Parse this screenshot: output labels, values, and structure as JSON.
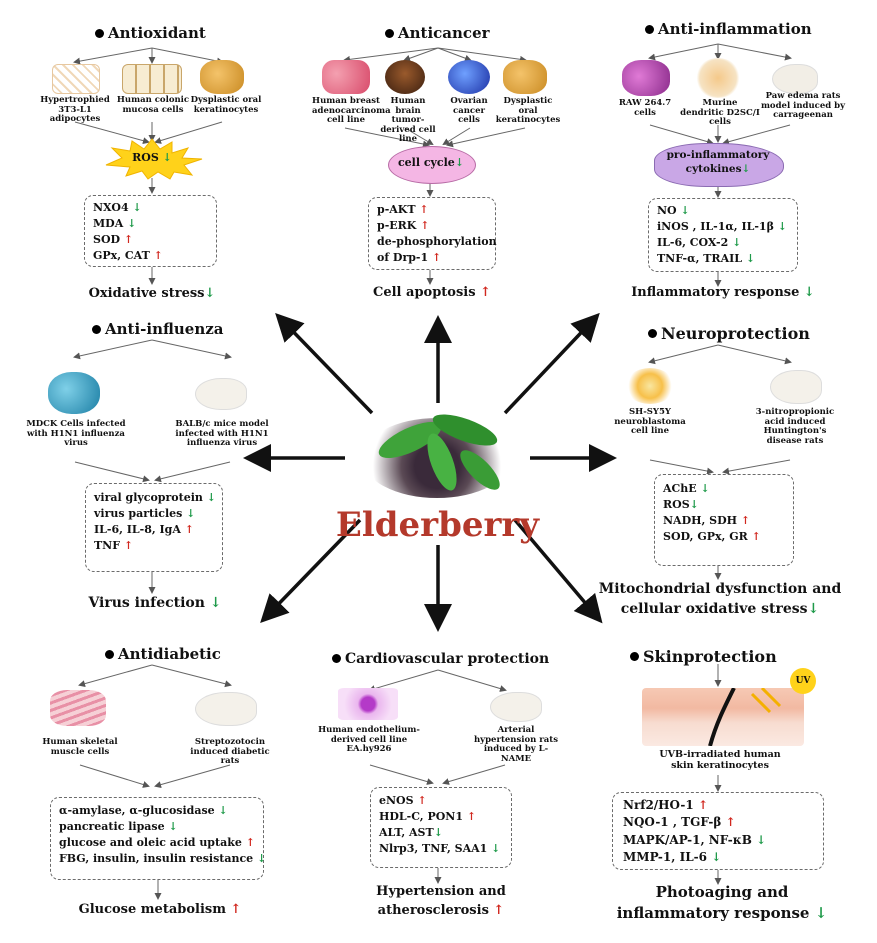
{
  "center": {
    "label": "Elderberry"
  },
  "panels": {
    "antioxidant": {
      "heading": "Antioxidant",
      "cells": [
        "Hypertrophied 3T3-L1 adipocytes",
        "Human colonic mucosa cells",
        "Dysplastic oral keratinocytes"
      ],
      "mid_label": "ROS",
      "effects": [
        {
          "text": "NXO4",
          "dir": "down"
        },
        {
          "text": "MDA",
          "dir": "down"
        },
        {
          "text": "SOD",
          "dir": "up"
        },
        {
          "text": "GPx, CAT",
          "dir": "up"
        }
      ],
      "outcome": {
        "text": "Oxidative stress",
        "dir": "down"
      }
    },
    "anticancer": {
      "heading": "Anticancer",
      "cells": [
        "Human breast adenocarcinoma cell line",
        "Human brain tumor-derived cell line",
        "Ovarian cancer cells",
        "Dysplastic oral keratinocytes"
      ],
      "mid_label": "cell cycle",
      "effects": [
        {
          "text": "p-AKT",
          "dir": "up"
        },
        {
          "text": "p-ERK",
          "dir": "up"
        },
        {
          "text": "de-phosphorylation",
          "dir": ""
        },
        {
          "text": "of Drp-1",
          "dir": "up"
        }
      ],
      "outcome": {
        "text": "Cell apoptosis",
        "dir": "up"
      }
    },
    "anti_inflammation": {
      "heading": "Anti-inflammation",
      "cells": [
        "RAW 264.7 cells",
        "Murine dendritic D2SC/I cells",
        "Paw edema rats model induced by carrageenan"
      ],
      "mid_label_1": "pro-inflammatory",
      "mid_label_2": "cytokines",
      "effects": [
        {
          "text": "NO",
          "dir": "down"
        },
        {
          "text": "iNOS , IL-1α, IL-1β",
          "dir": "down"
        },
        {
          "text": "IL-6, COX-2",
          "dir": "down"
        },
        {
          "text": "TNF-α, TRAIL",
          "dir": "down"
        }
      ],
      "outcome": {
        "text": "Inflammatory response",
        "dir": "down"
      }
    },
    "anti_influenza": {
      "heading": "Anti-influenza",
      "cells": [
        "MDCK Cells infected with H1N1 influenza virus",
        "BALB/c mice model infected with H1N1 influenza virus"
      ],
      "effects": [
        {
          "text": "viral glycoprotein",
          "dir": "down"
        },
        {
          "text": "virus particles",
          "dir": "down"
        },
        {
          "text": "IL-6, IL-8, IgA",
          "dir": "up"
        },
        {
          "text": "TNF",
          "dir": "up"
        }
      ],
      "outcome": {
        "text": "Virus infection",
        "dir": "down"
      }
    },
    "neuroprotection": {
      "heading": "Neuroprotection",
      "cells": [
        "SH-SY5Y neuroblastoma cell line",
        "3-nitropropionic acid induced Huntington's disease rats"
      ],
      "effects": [
        {
          "text": "AChE",
          "dir": "down"
        },
        {
          "text": "ROS",
          "dir": "down"
        },
        {
          "text": "NADH, SDH",
          "dir": "up"
        },
        {
          "text": "SOD, GPx, GR",
          "dir": "up"
        }
      ],
      "outcome_line1": "Mitochondrial dysfunction and",
      "outcome_line2": {
        "text": "cellular oxidative stress",
        "dir": "down"
      }
    },
    "antidiabetic": {
      "heading": "Antidiabetic",
      "cells": [
        "Human skeletal muscle cells",
        "Streptozotocin induced diabetic rats"
      ],
      "effects": [
        {
          "text": "α-amylase, α-glucosidase",
          "dir": "down"
        },
        {
          "text": "pancreatic lipase",
          "dir": "down"
        },
        {
          "text": "glucose and oleic acid uptake",
          "dir": "up"
        },
        {
          "text": "FBG, insulin, insulin resistance",
          "dir": "down"
        }
      ],
      "outcome": {
        "text": "Glucose metabolism",
        "dir": "up"
      }
    },
    "cardiovascular": {
      "heading": "Cardiovascular protection",
      "cells": [
        "Human endothelium-derived cell line EA.hy926",
        "Arterial hypertension rats induced by L-NAME"
      ],
      "effects": [
        {
          "text": "eNOS",
          "dir": "up"
        },
        {
          "text": "HDL-C, PON1",
          "dir": "up"
        },
        {
          "text": "ALT, AST",
          "dir": "down"
        },
        {
          "text": "Nlrp3, TNF, SAA1",
          "dir": "down"
        }
      ],
      "outcome_line1": "Hypertension and",
      "outcome_line2": {
        "text": "atherosclerosis",
        "dir": "up"
      }
    },
    "skinprotection": {
      "heading": "Skinprotection",
      "cells": [
        "UVB-irradiated human skin keratinocytes"
      ],
      "uv_label": "UV",
      "effects": [
        {
          "text": "Nrf2/HO-1",
          "dir": "up"
        },
        {
          "text": "NQO-1 , TGF-β",
          "dir": "up"
        },
        {
          "text": "MAPK/AP-1, NF-κB",
          "dir": "down"
        },
        {
          "text": "MMP-1, IL-6",
          "dir": "down"
        }
      ],
      "outcome_line1": "Photoaging and",
      "outcome_line2": {
        "text": "inflammatory response",
        "dir": "down"
      }
    }
  },
  "arrow_glyphs": {
    "up": "↑",
    "down": "↓"
  },
  "colors": {
    "up": "#d1281f",
    "down": "#1f9a4a",
    "title": "#b4392b",
    "cell_cycle_fill": "#f4b6e4",
    "cytokine_fill": "#c9a7e6",
    "ros_fill": "#ffd21a"
  }
}
